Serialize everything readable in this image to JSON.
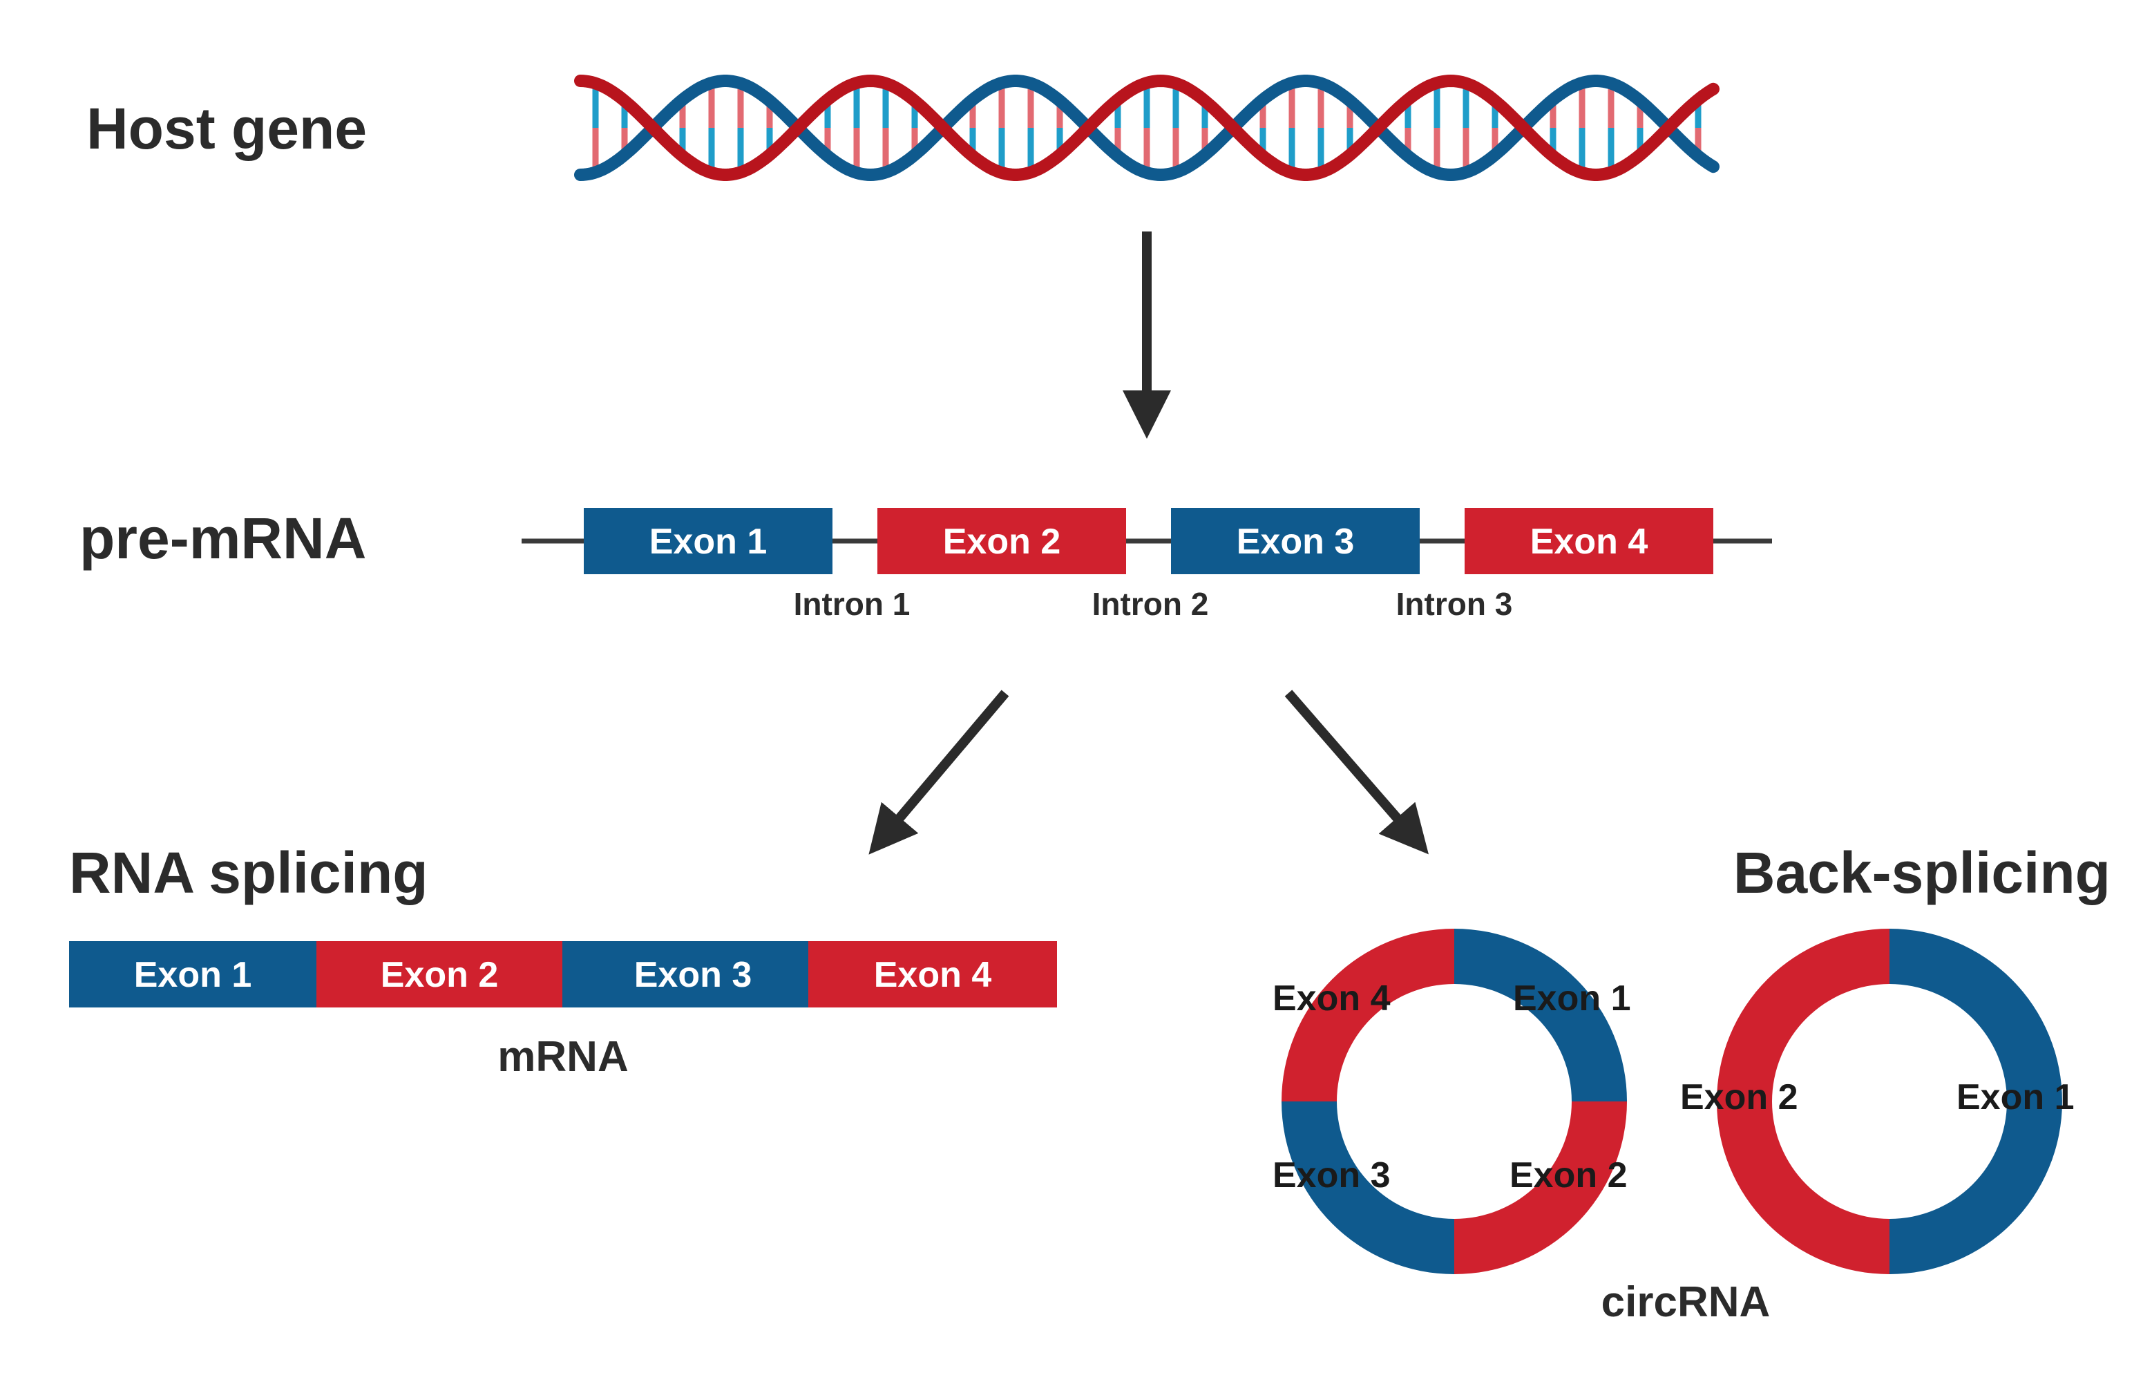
{
  "colors": {
    "blue": "#0f5a8e",
    "red": "#d0212e",
    "dark_red": "#b8141d",
    "light_blue": "#1f9dc9",
    "light_red": "#e26a72",
    "ink": "#2b2b2b",
    "line": "#3a3a3a"
  },
  "host_gene": {
    "label": "Host gene"
  },
  "pre_mrna": {
    "label": "pre-mRNA",
    "exons": [
      {
        "label": "Exon 1",
        "color": "blue"
      },
      {
        "label": "Exon 2",
        "color": "red"
      },
      {
        "label": "Exon 3",
        "color": "blue"
      },
      {
        "label": "Exon 4",
        "color": "red"
      }
    ],
    "introns": [
      "Intron 1",
      "Intron 2",
      "Intron 3"
    ]
  },
  "rna_splicing": {
    "label": "RNA splicing",
    "segments": [
      {
        "label": "Exon 1",
        "color": "blue"
      },
      {
        "label": "Exon 2",
        "color": "red"
      },
      {
        "label": "Exon 3",
        "color": "blue"
      },
      {
        "label": "Exon 4",
        "color": "red"
      }
    ],
    "product_label": "mRNA"
  },
  "back_splicing": {
    "label": "Back-splicing",
    "ring_four": {
      "labels": [
        "Exon 4",
        "Exon 1",
        "Exon 3",
        "Exon 2"
      ],
      "quadrants": [
        "red",
        "blue",
        "blue",
        "red"
      ]
    },
    "ring_two": {
      "labels": [
        "Exon 2",
        "Exon 1"
      ],
      "halves": [
        "red",
        "blue"
      ]
    },
    "product_label": "circRNA"
  }
}
